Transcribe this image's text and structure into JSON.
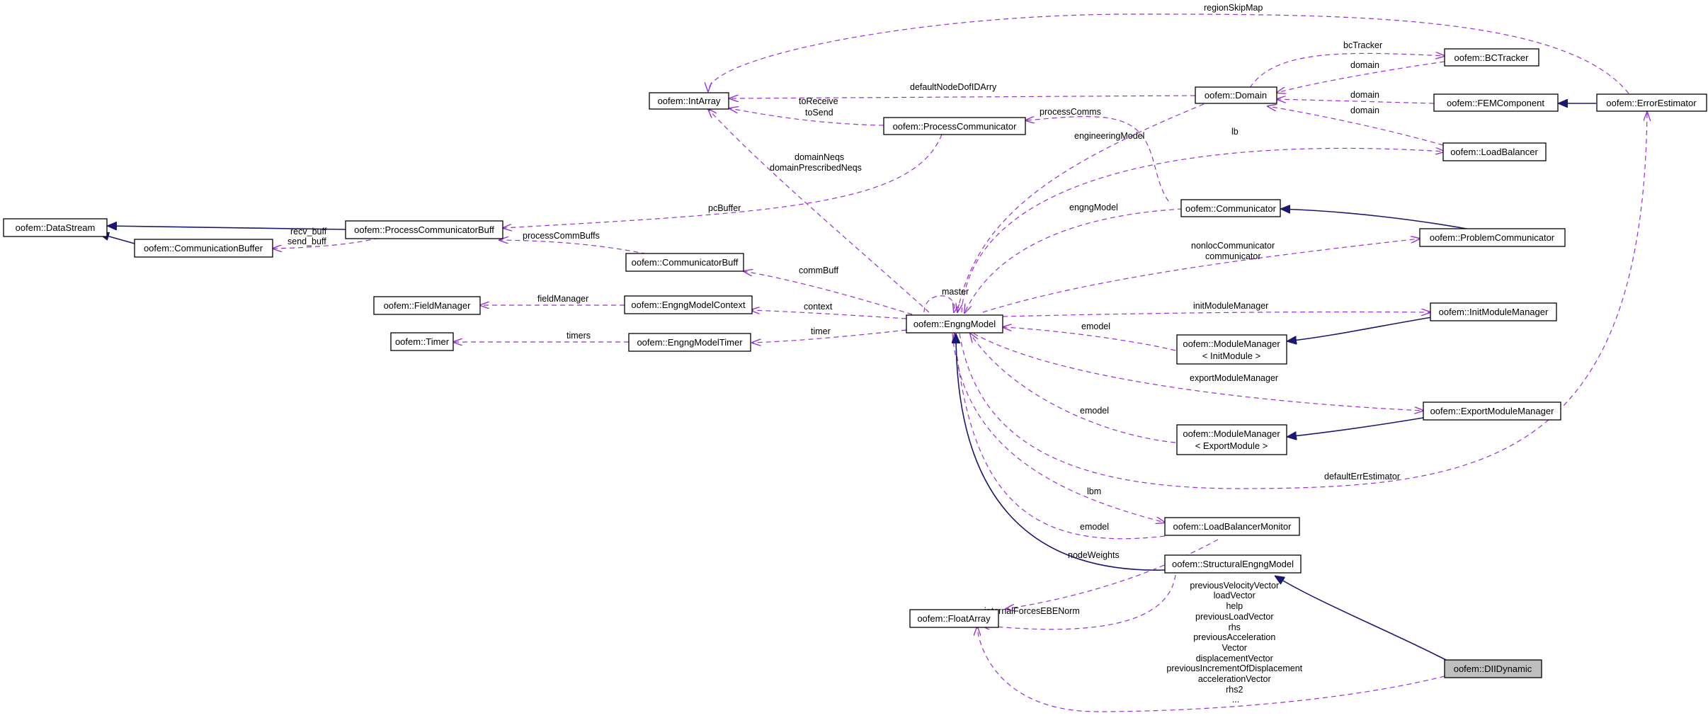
{
  "nodes": {
    "intarray": "oofem::IntArray",
    "domain": "oofem::Domain",
    "bctracker": "oofem::BCTracker",
    "femcomponent": "oofem::FEMComponent",
    "errorestimator": "oofem::ErrorEstimator",
    "processcommunicator": "oofem::ProcessCommunicator",
    "loadbalancer": "oofem::LoadBalancer",
    "datastream": "oofem::DataStream",
    "processcommunicatorbuff": "oofem::ProcessCommunicatorBuff",
    "communicationbuffer": "oofem::CommunicationBuffer",
    "communicator": "oofem::Communicator",
    "problemcommunicator": "oofem::ProblemCommunicator",
    "communicatorbuff": "oofem::CommunicatorBuff",
    "fieldmanager": "oofem::FieldManager",
    "engngmodelcontext": "oofem::EngngModelContext",
    "engngmodel": "oofem::EngngModel",
    "initmodulemanager": "oofem::InitModuleManager",
    "timer": "oofem::Timer",
    "engngmodeltimer": "oofem::EngngModelTimer",
    "modulemanager_init_1": "oofem::ModuleManager",
    "modulemanager_init_2": "< InitModule >",
    "exportmodulemanager": "oofem::ExportModuleManager",
    "modulemanager_export_1": "oofem::ModuleManager",
    "modulemanager_export_2": "< ExportModule >",
    "loadbalancermonitor": "oofem::LoadBalancerMonitor",
    "structuralengngmodel": "oofem::StructuralEngngModel",
    "floatarray": "oofem::FloatArray",
    "dlldynamic": "oofem::DIIDynamic"
  },
  "edges": {
    "regionskipmap": "regionSkipMap",
    "bctracker": "bcTracker",
    "domain_from_bctracker": "domain",
    "defaultnodedofidarry": "defaultNodeDofIDArry",
    "toreceive": "toReceive",
    "tosend": "toSend",
    "domain_from_fem": "domain",
    "domain_from_lb": "domain",
    "processcomms": "processComms",
    "engineeringmodel": "engineeringModel",
    "lb": "lb",
    "domainneqs": "domainNeqs",
    "domainprescribedneqs": "domainPrescribedNeqs",
    "pcbuffer": "pcBuffer",
    "engngmodel_from_comm": "engngModel",
    "recv_buff": "recv_buff",
    "send_buff": "send_buff",
    "processcommbuffs": "processCommBuffs",
    "commbuff": "commBuff",
    "master": "master",
    "nonloccommunicator": "nonlocCommunicator",
    "communicator": "communicator",
    "fieldmanager": "fieldManager",
    "context": "context",
    "initmodulemanager": "initModuleManager",
    "timers": "timers",
    "timer": "timer",
    "emodel_init": "emodel",
    "exportmodulemanager": "exportModuleManager",
    "emodel_export": "emodel",
    "defaulterrestimator": "defaultErrEstimator",
    "lbm": "lbm",
    "emodel_lbm": "emodel",
    "nodeweights": "nodeWeights",
    "internalforcesebenorm": "internalForcesEBENorm",
    "dll_members": [
      "previousVelocityVector",
      "loadVector",
      "help",
      "previousLoadVector",
      "rhs",
      "previousAcceleration",
      "Vector",
      "displacementVector",
      "previousIncrementOfDisplacement",
      "accelerationVector",
      "rhs2",
      "..."
    ]
  },
  "colors": {
    "association": "#9a32cd",
    "inheritance": "#191970",
    "highlight_fill": "#bfbfbf"
  }
}
